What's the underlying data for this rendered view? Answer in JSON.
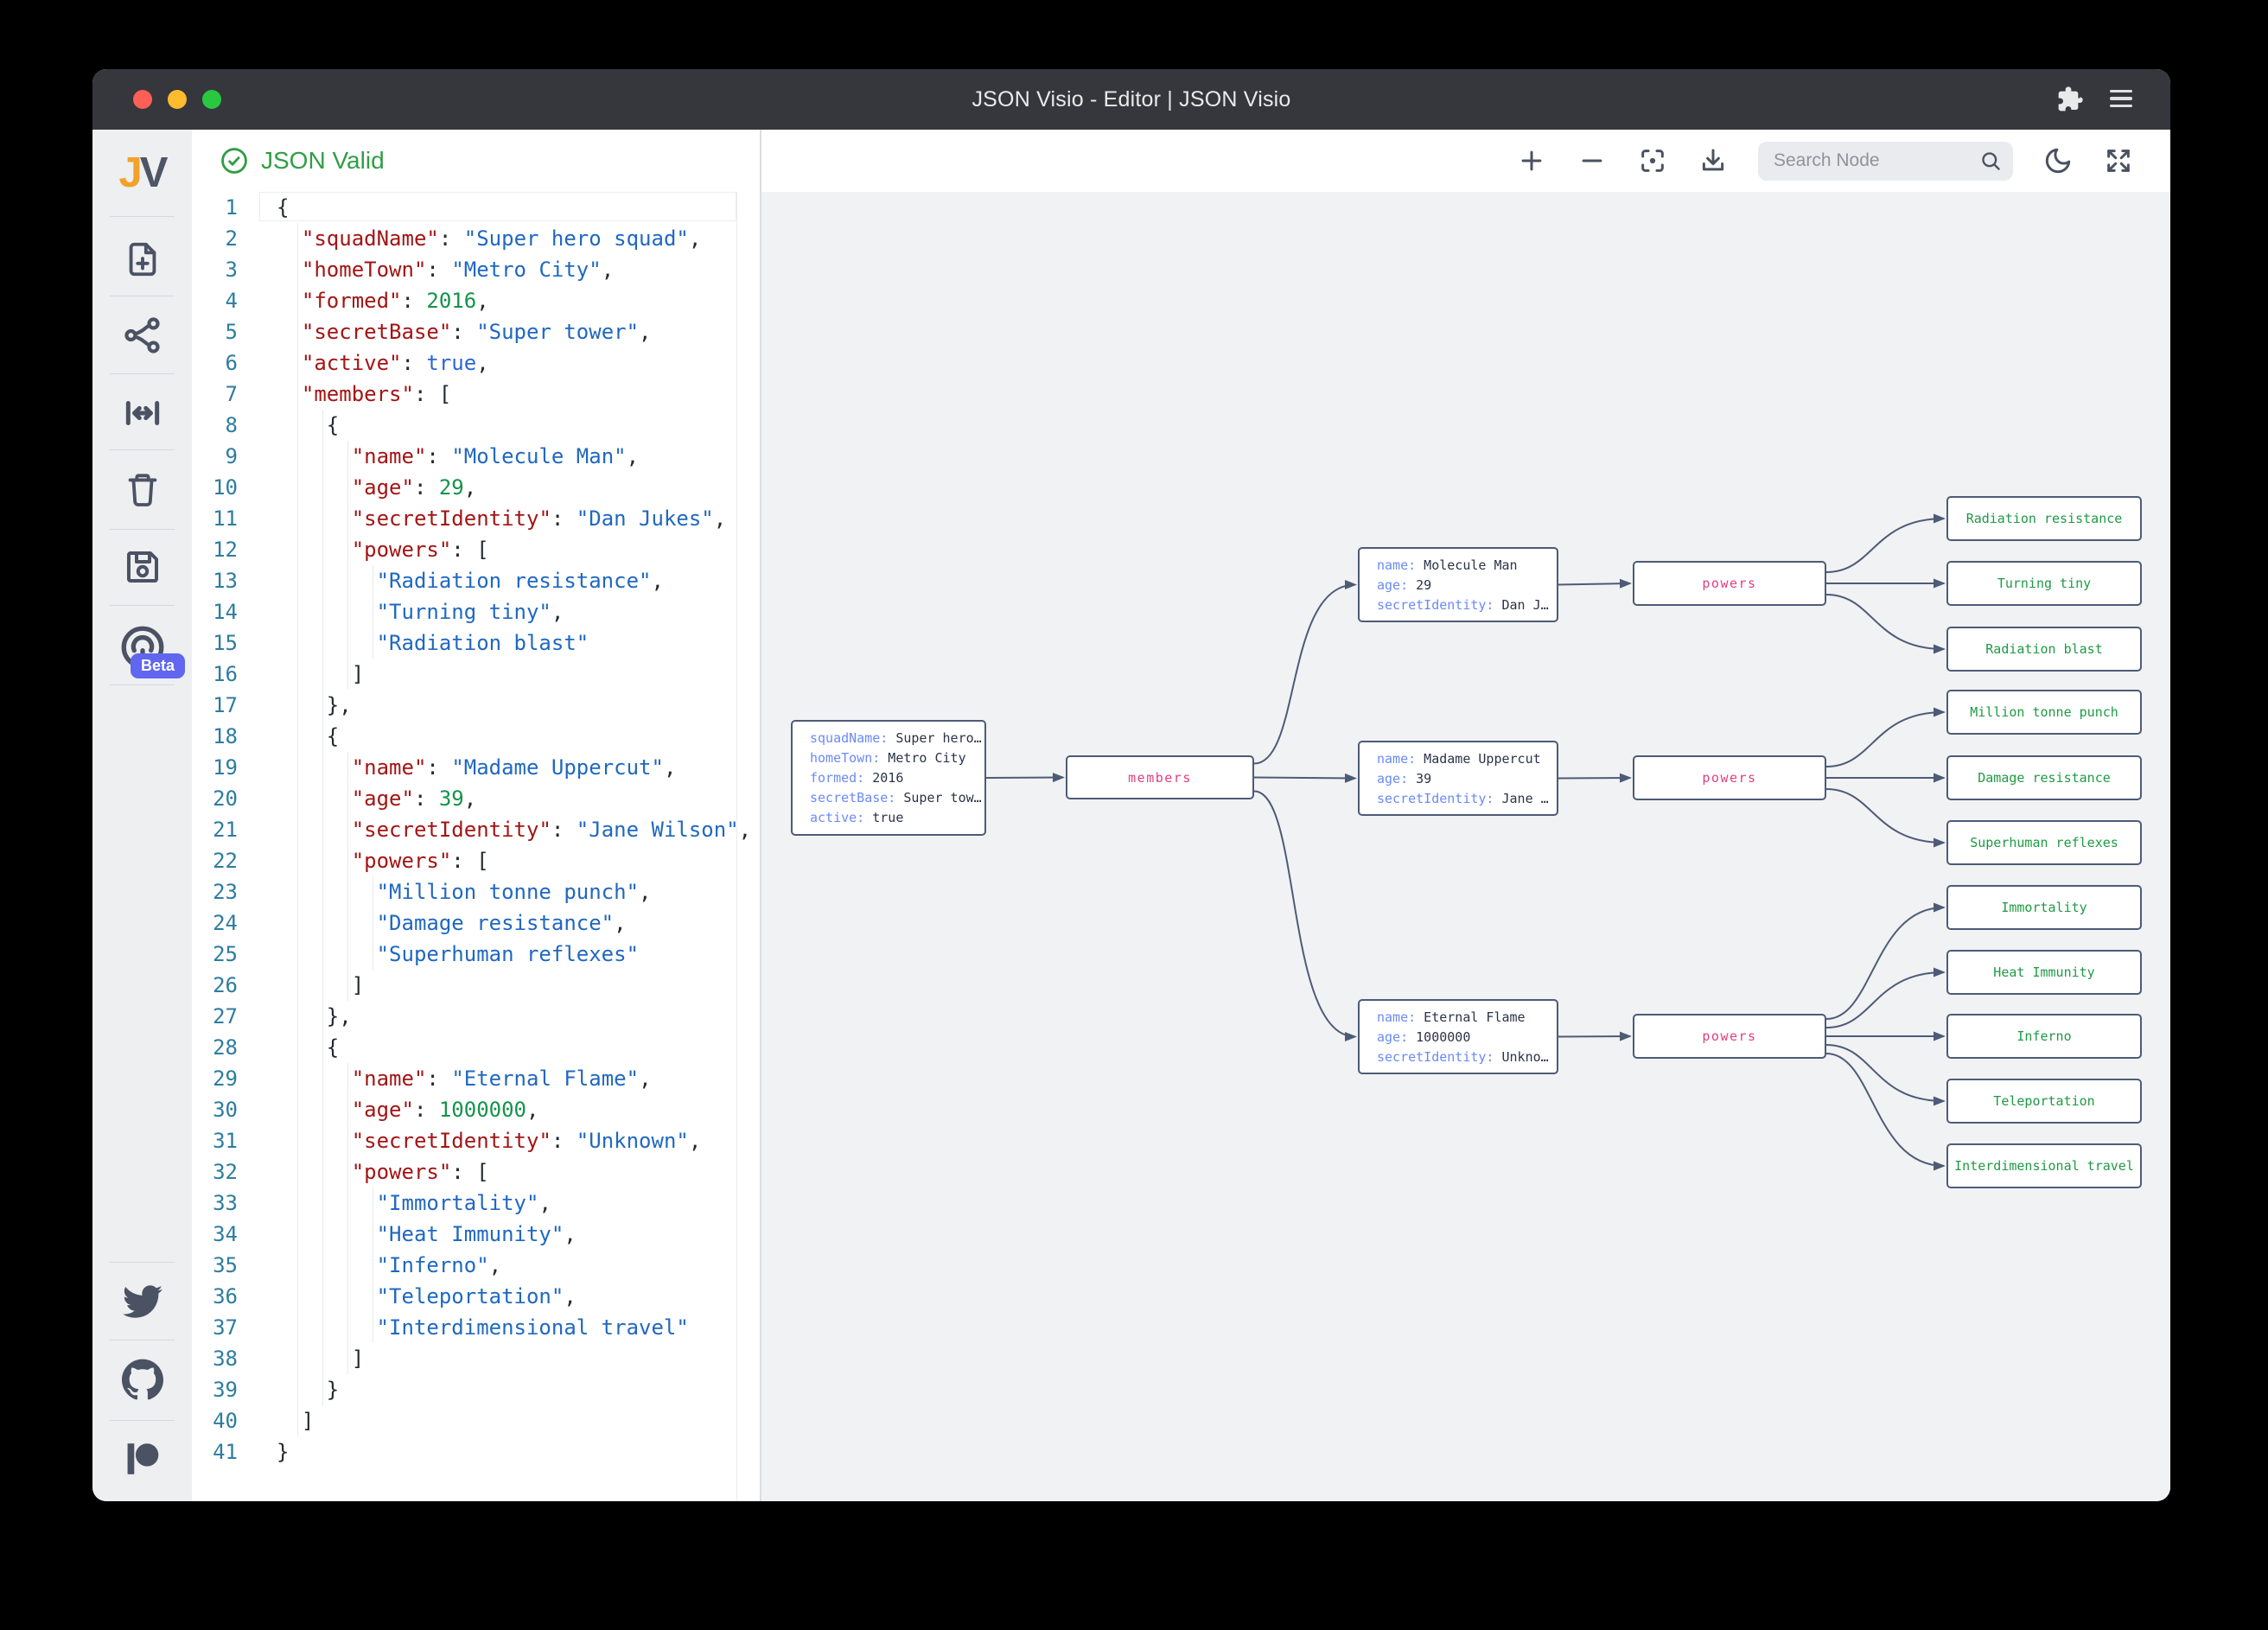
{
  "window": {
    "title": "JSON Visio - Editor | JSON Visio"
  },
  "sidebar": {
    "logo_j": "J",
    "logo_v": "V",
    "beta_badge": "Beta",
    "tools": [
      "new-document",
      "graph-view",
      "expand-width",
      "clear",
      "save",
      "beta-feature"
    ],
    "links": [
      "twitter",
      "github",
      "patreon"
    ]
  },
  "editor": {
    "status": "JSON Valid",
    "lines": [
      {
        "i": 0,
        "t": [
          [
            "p",
            "{"
          ]
        ]
      },
      {
        "i": 1,
        "t": [
          [
            "k",
            "\"squadName\""
          ],
          [
            "p",
            ": "
          ],
          [
            "s",
            "\"Super hero squad\""
          ],
          [
            "p",
            ","
          ]
        ]
      },
      {
        "i": 1,
        "t": [
          [
            "k",
            "\"homeTown\""
          ],
          [
            "p",
            ": "
          ],
          [
            "s",
            "\"Metro City\""
          ],
          [
            "p",
            ","
          ]
        ]
      },
      {
        "i": 1,
        "t": [
          [
            "k",
            "\"formed\""
          ],
          [
            "p",
            ": "
          ],
          [
            "n",
            "2016"
          ],
          [
            "p",
            ","
          ]
        ]
      },
      {
        "i": 1,
        "t": [
          [
            "k",
            "\"secretBase\""
          ],
          [
            "p",
            ": "
          ],
          [
            "s",
            "\"Super tower\""
          ],
          [
            "p",
            ","
          ]
        ]
      },
      {
        "i": 1,
        "t": [
          [
            "k",
            "\"active\""
          ],
          [
            "p",
            ": "
          ],
          [
            "b",
            "true"
          ],
          [
            "p",
            ","
          ]
        ]
      },
      {
        "i": 1,
        "t": [
          [
            "k",
            "\"members\""
          ],
          [
            "p",
            ": ["
          ]
        ]
      },
      {
        "i": 2,
        "t": [
          [
            "p",
            "{"
          ]
        ]
      },
      {
        "i": 3,
        "t": [
          [
            "k",
            "\"name\""
          ],
          [
            "p",
            ": "
          ],
          [
            "s",
            "\"Molecule Man\""
          ],
          [
            "p",
            ","
          ]
        ]
      },
      {
        "i": 3,
        "t": [
          [
            "k",
            "\"age\""
          ],
          [
            "p",
            ": "
          ],
          [
            "n",
            "29"
          ],
          [
            "p",
            ","
          ]
        ]
      },
      {
        "i": 3,
        "t": [
          [
            "k",
            "\"secretIdentity\""
          ],
          [
            "p",
            ": "
          ],
          [
            "s",
            "\"Dan Jukes\""
          ],
          [
            "p",
            ","
          ]
        ]
      },
      {
        "i": 3,
        "t": [
          [
            "k",
            "\"powers\""
          ],
          [
            "p",
            ": ["
          ]
        ]
      },
      {
        "i": 4,
        "t": [
          [
            "s",
            "\"Radiation resistance\""
          ],
          [
            "p",
            ","
          ]
        ]
      },
      {
        "i": 4,
        "t": [
          [
            "s",
            "\"Turning tiny\""
          ],
          [
            "p",
            ","
          ]
        ]
      },
      {
        "i": 4,
        "t": [
          [
            "s",
            "\"Radiation blast\""
          ]
        ]
      },
      {
        "i": 3,
        "t": [
          [
            "p",
            "]"
          ]
        ]
      },
      {
        "i": 2,
        "t": [
          [
            "p",
            "},"
          ]
        ]
      },
      {
        "i": 2,
        "t": [
          [
            "p",
            "{"
          ]
        ]
      },
      {
        "i": 3,
        "t": [
          [
            "k",
            "\"name\""
          ],
          [
            "p",
            ": "
          ],
          [
            "s",
            "\"Madame Uppercut\""
          ],
          [
            "p",
            ","
          ]
        ]
      },
      {
        "i": 3,
        "t": [
          [
            "k",
            "\"age\""
          ],
          [
            "p",
            ": "
          ],
          [
            "n",
            "39"
          ],
          [
            "p",
            ","
          ]
        ]
      },
      {
        "i": 3,
        "t": [
          [
            "k",
            "\"secretIdentity\""
          ],
          [
            "p",
            ": "
          ],
          [
            "s",
            "\"Jane Wilson\""
          ],
          [
            "p",
            ","
          ]
        ]
      },
      {
        "i": 3,
        "t": [
          [
            "k",
            "\"powers\""
          ],
          [
            "p",
            ": ["
          ]
        ]
      },
      {
        "i": 4,
        "t": [
          [
            "s",
            "\"Million tonne punch\""
          ],
          [
            "p",
            ","
          ]
        ]
      },
      {
        "i": 4,
        "t": [
          [
            "s",
            "\"Damage resistance\""
          ],
          [
            "p",
            ","
          ]
        ]
      },
      {
        "i": 4,
        "t": [
          [
            "s",
            "\"Superhuman reflexes\""
          ]
        ]
      },
      {
        "i": 3,
        "t": [
          [
            "p",
            "]"
          ]
        ]
      },
      {
        "i": 2,
        "t": [
          [
            "p",
            "},"
          ]
        ]
      },
      {
        "i": 2,
        "t": [
          [
            "p",
            "{"
          ]
        ]
      },
      {
        "i": 3,
        "t": [
          [
            "k",
            "\"name\""
          ],
          [
            "p",
            ": "
          ],
          [
            "s",
            "\"Eternal Flame\""
          ],
          [
            "p",
            ","
          ]
        ]
      },
      {
        "i": 3,
        "t": [
          [
            "k",
            "\"age\""
          ],
          [
            "p",
            ": "
          ],
          [
            "n",
            "1000000"
          ],
          [
            "p",
            ","
          ]
        ]
      },
      {
        "i": 3,
        "t": [
          [
            "k",
            "\"secretIdentity\""
          ],
          [
            "p",
            ": "
          ],
          [
            "s",
            "\"Unknown\""
          ],
          [
            "p",
            ","
          ]
        ]
      },
      {
        "i": 3,
        "t": [
          [
            "k",
            "\"powers\""
          ],
          [
            "p",
            ": ["
          ]
        ]
      },
      {
        "i": 4,
        "t": [
          [
            "s",
            "\"Immortality\""
          ],
          [
            "p",
            ","
          ]
        ]
      },
      {
        "i": 4,
        "t": [
          [
            "s",
            "\"Heat Immunity\""
          ],
          [
            "p",
            ","
          ]
        ]
      },
      {
        "i": 4,
        "t": [
          [
            "s",
            "\"Inferno\""
          ],
          [
            "p",
            ","
          ]
        ]
      },
      {
        "i": 4,
        "t": [
          [
            "s",
            "\"Teleportation\""
          ],
          [
            "p",
            ","
          ]
        ]
      },
      {
        "i": 4,
        "t": [
          [
            "s",
            "\"Interdimensional travel\""
          ]
        ]
      },
      {
        "i": 3,
        "t": [
          [
            "p",
            "]"
          ]
        ]
      },
      {
        "i": 2,
        "t": [
          [
            "p",
            "}"
          ]
        ]
      },
      {
        "i": 1,
        "t": [
          [
            "p",
            "]"
          ]
        ]
      },
      {
        "i": 0,
        "t": [
          [
            "p",
            "}"
          ]
        ]
      }
    ]
  },
  "toolbar": {
    "search_placeholder": "Search Node",
    "buttons": [
      "zoom-in",
      "zoom-out",
      "center-focus",
      "download",
      "theme-toggle",
      "fullscreen"
    ]
  },
  "graph": {
    "root": {
      "rows": [
        [
          "squadName",
          "Super hero…"
        ],
        [
          "homeTown",
          "Metro City"
        ],
        [
          "formed",
          "2016"
        ],
        [
          "secretBase",
          "Super tow…"
        ],
        [
          "active",
          "true"
        ]
      ]
    },
    "members_label": "members",
    "powers_label": "powers",
    "member_nodes": [
      {
        "rows": [
          [
            "name",
            "Molecule Man"
          ],
          [
            "age",
            "29"
          ],
          [
            "secretIdentity",
            "Dan J…"
          ]
        ]
      },
      {
        "rows": [
          [
            "name",
            "Madame Uppercut"
          ],
          [
            "age",
            "39"
          ],
          [
            "secretIdentity",
            "Jane …"
          ]
        ]
      },
      {
        "rows": [
          [
            "name",
            "Eternal Flame"
          ],
          [
            "age",
            "1000000"
          ],
          [
            "secretIdentity",
            "Unkno…"
          ]
        ]
      }
    ],
    "leaves": [
      "Radiation resistance",
      "Turning tiny",
      "Radiation blast",
      "Million tonne punch",
      "Damage resistance",
      "Superhuman reflexes",
      "Immortality",
      "Heat Immunity",
      "Inferno",
      "Teleportation",
      "Interdimensional travel"
    ]
  },
  "colors": {
    "valid_green": "#2f9e44",
    "node_key_blue": "#6b8af7",
    "parent_pink": "#e23e80",
    "leaf_green": "#1f9a44",
    "edge_slate": "#4d5b76",
    "editor_key": "#a31515",
    "editor_string": "#2068c0",
    "editor_number": "#15934c",
    "editor_bool": "#2b66d9",
    "line_number": "#2d7ca0",
    "beta_indigo": "#6166f0"
  }
}
